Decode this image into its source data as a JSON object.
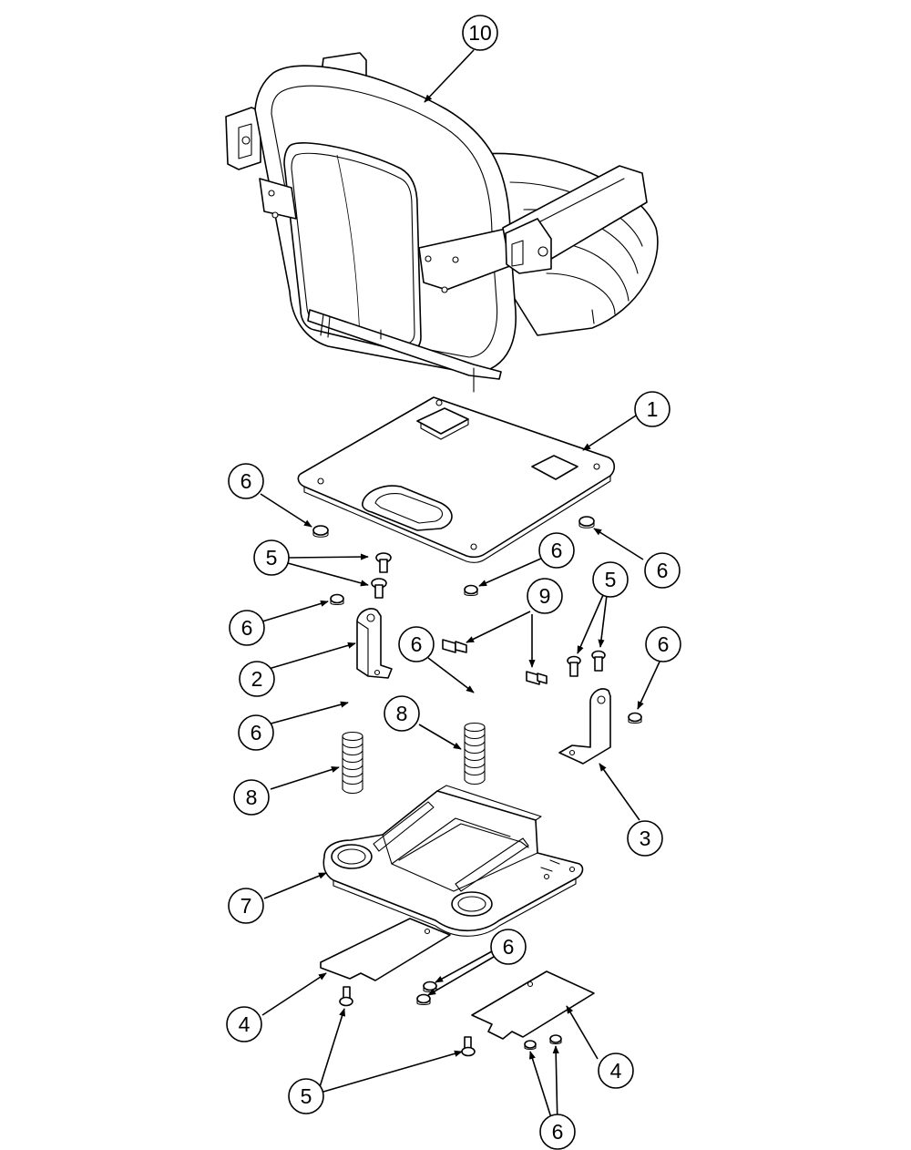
{
  "callouts": [
    {
      "id": "c-10a",
      "label": "10"
    },
    {
      "id": "c-1a",
      "label": "1"
    },
    {
      "id": "c-6a",
      "label": "6"
    },
    {
      "id": "c-6b",
      "label": "6"
    },
    {
      "id": "c-5a",
      "label": "5"
    },
    {
      "id": "c-6c",
      "label": "6"
    },
    {
      "id": "c-5b",
      "label": "5"
    },
    {
      "id": "c-9a",
      "label": "9"
    },
    {
      "id": "c-6d",
      "label": "6"
    },
    {
      "id": "c-2a",
      "label": "2"
    },
    {
      "id": "c-6e",
      "label": "6"
    },
    {
      "id": "c-6f",
      "label": "6"
    },
    {
      "id": "c-6g",
      "label": "6"
    },
    {
      "id": "c-8a",
      "label": "8"
    },
    {
      "id": "c-8b",
      "label": "8"
    },
    {
      "id": "c-3a",
      "label": "3"
    },
    {
      "id": "c-7a",
      "label": "7"
    },
    {
      "id": "c-6h",
      "label": "6"
    },
    {
      "id": "c-4a",
      "label": "4"
    },
    {
      "id": "c-4b",
      "label": "4"
    },
    {
      "id": "c-5c",
      "label": "5"
    },
    {
      "id": "c-6i",
      "label": "6"
    }
  ]
}
